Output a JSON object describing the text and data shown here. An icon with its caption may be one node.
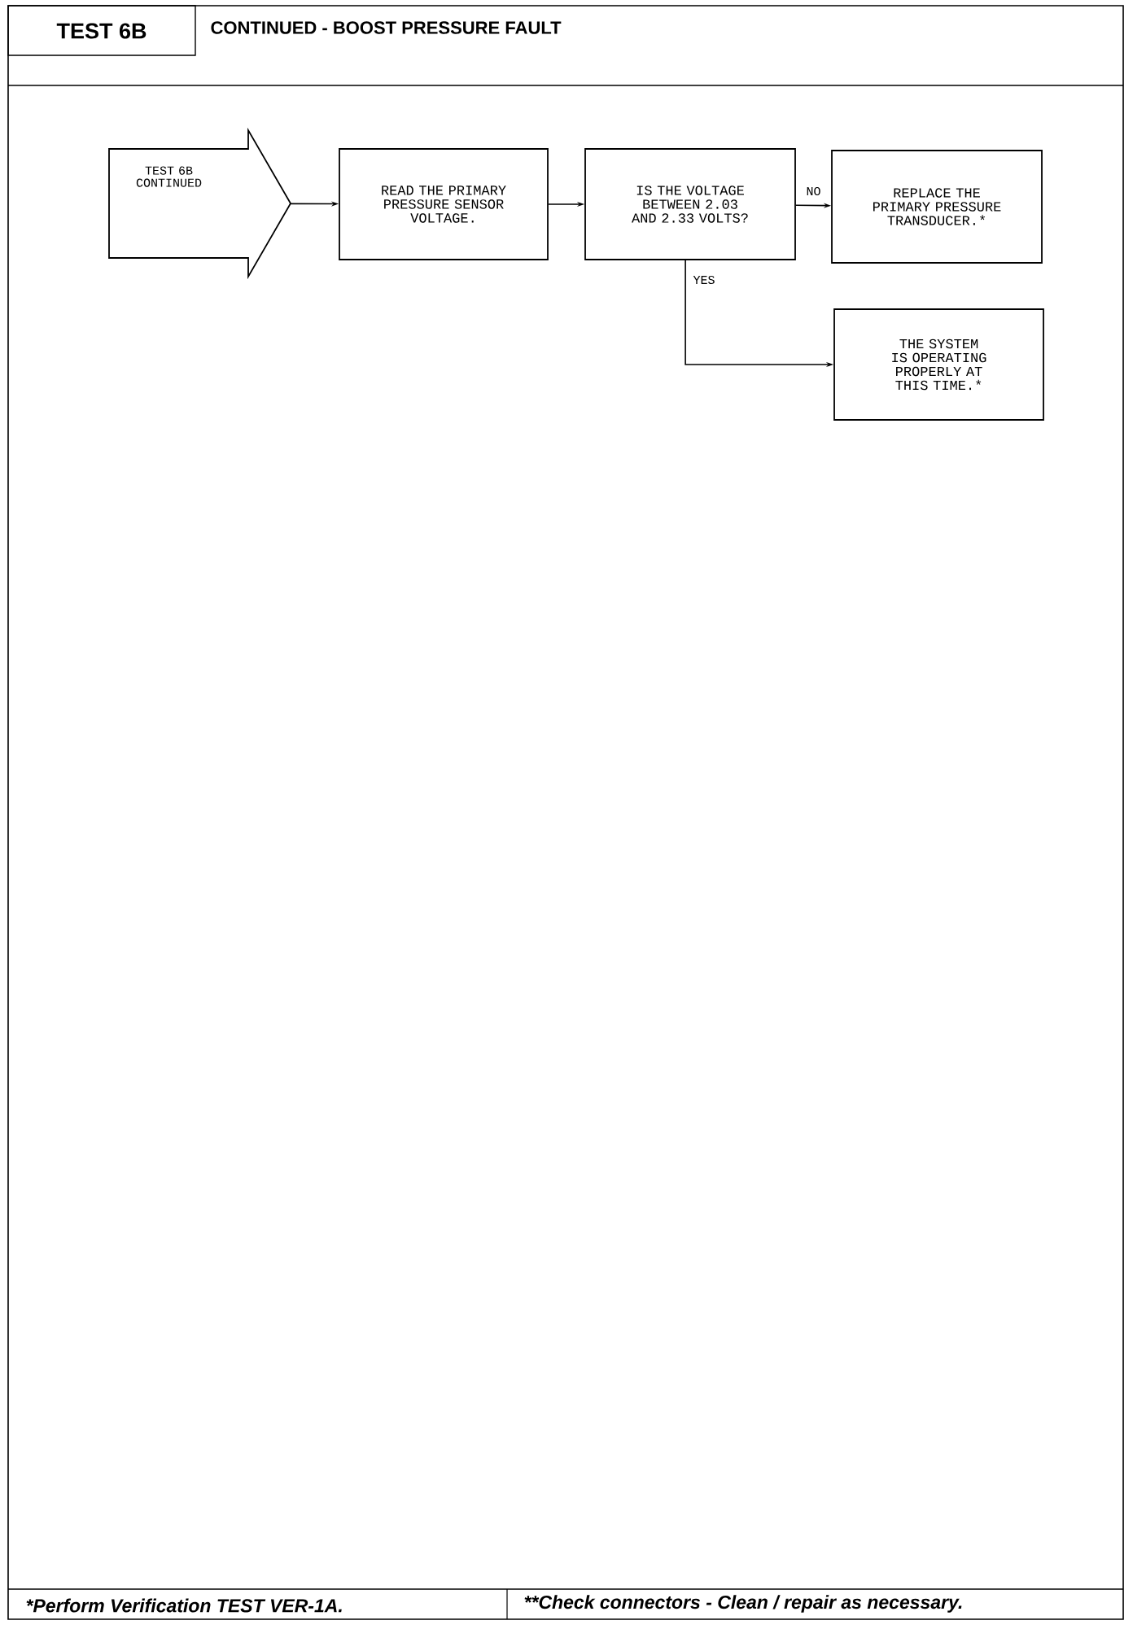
{
  "diagram": {
    "title": "CONTINUED - BOOST PRESSURE FAULT",
    "nodes": [
      {
        "text": [
          "TEST 6B CONTINUED"
        ]
      },
      {
        "text": [
          "READ THE PRIMARY PRESSURE SENSOR VOLTAGE."
        ]
      },
      {
        "text": [
          "IS THE VOLTAGE BETWEEN 2.03 AND 2.33 VOLTS?"
        ]
      },
      {
        "text": [
          "REPLACE THE PRIMARY PRESSURE TRANSDUCER.*"
        ]
      },
      {
        "text": [
          "THE SYSTEM IS OPERATING PROPERLY AT THIS TIME.*"
        ]
      }
    ],
    "edges": [
      {
        "from": 0,
        "to": 1,
        "arrow": "to"
      },
      {
        "from": 1,
        "to": 2,
        "arrow": "to"
      },
      {
        "from": 2,
        "to": 3,
        "arrow": "to",
        "label": "NO"
      },
      {
        "from": 2,
        "to": 4,
        "arrow": "to",
        "label": "YES"
      }
    ],
    "labels": [
      "TEST 6B",
      "*Perform Verification TEST VER-1A.",
      "**Check connectors - Clean / repair as necessary."
    ]
  }
}
